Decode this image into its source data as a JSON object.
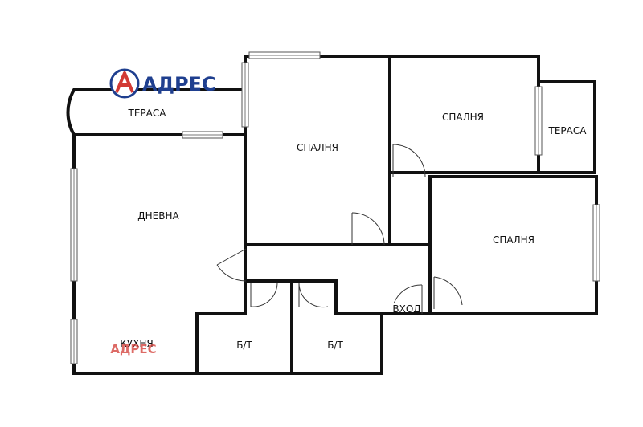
{
  "brand": {
    "name": "АДРЕС",
    "logo_letter": "A",
    "watermark": "АДРЕС",
    "color_primary": "#1f3f8f",
    "color_accent": "#d23a34"
  },
  "rooms": {
    "terrace_left": "ТЕРАСА",
    "living": "ДНЕВНА",
    "kitchen": "КУХНЯ",
    "bedroom_top": "СПАЛНЯ",
    "bedroom_top_right": "СПАЛНЯ",
    "terrace_right": "ТЕРАСА",
    "bedroom_right": "СПАЛНЯ",
    "bath_left": "Б/Т",
    "bath_right": "Б/Т",
    "entrance": "ВХОД"
  }
}
